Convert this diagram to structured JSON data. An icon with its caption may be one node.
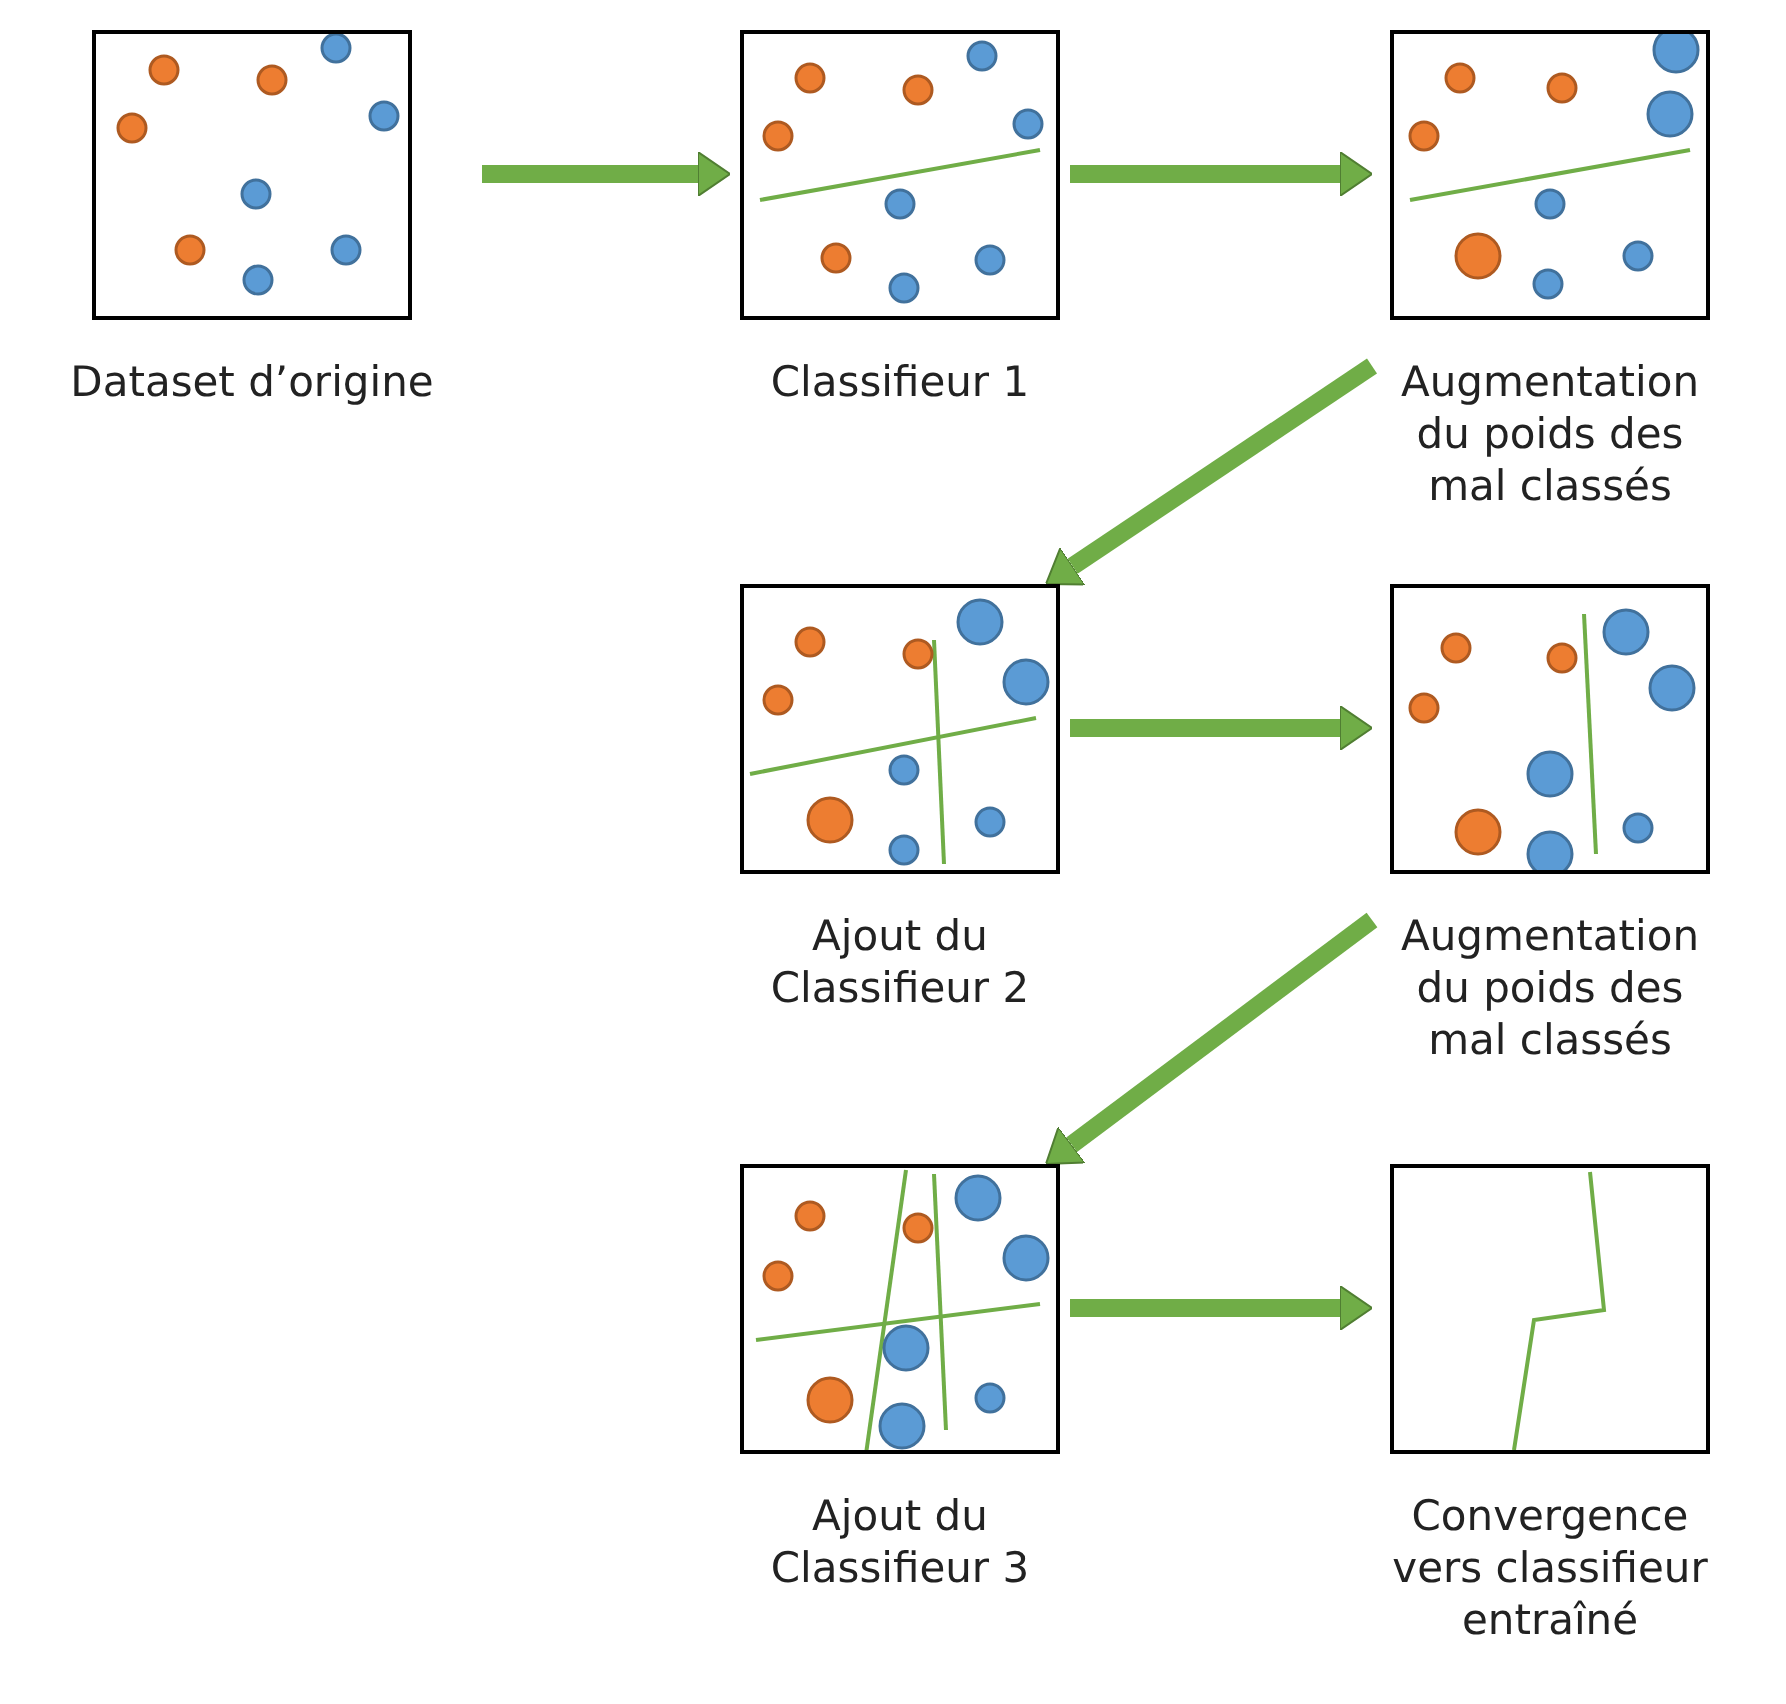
{
  "diagram": {
    "nodes": [
      {
        "text": [
          "Dataset d’origine"
        ]
      },
      {
        "text": [
          "Classifieur 1"
        ]
      },
      {
        "text": [
          "Augmentation du poids des mal classés"
        ]
      },
      {
        "text": [
          "Ajout du Classifieur 2"
        ]
      },
      {
        "text": [
          "Augmentation du poids des mal classés"
        ]
      },
      {
        "text": [
          "Ajout du Classifieur 3"
        ]
      },
      {
        "text": [
          "Convergence vers classifieur entraîné"
        ]
      }
    ],
    "edges": [
      {
        "from": 0,
        "to": 1,
        "arrow": "to"
      },
      {
        "from": 1,
        "to": 2,
        "arrow": "to"
      },
      {
        "from": 2,
        "to": 3,
        "arrow": "to"
      },
      {
        "from": 3,
        "to": 4,
        "arrow": "to"
      },
      {
        "from": 4,
        "to": 5,
        "arrow": "to"
      },
      {
        "from": 5,
        "to": 6,
        "arrow": "to"
      }
    ]
  }
}
